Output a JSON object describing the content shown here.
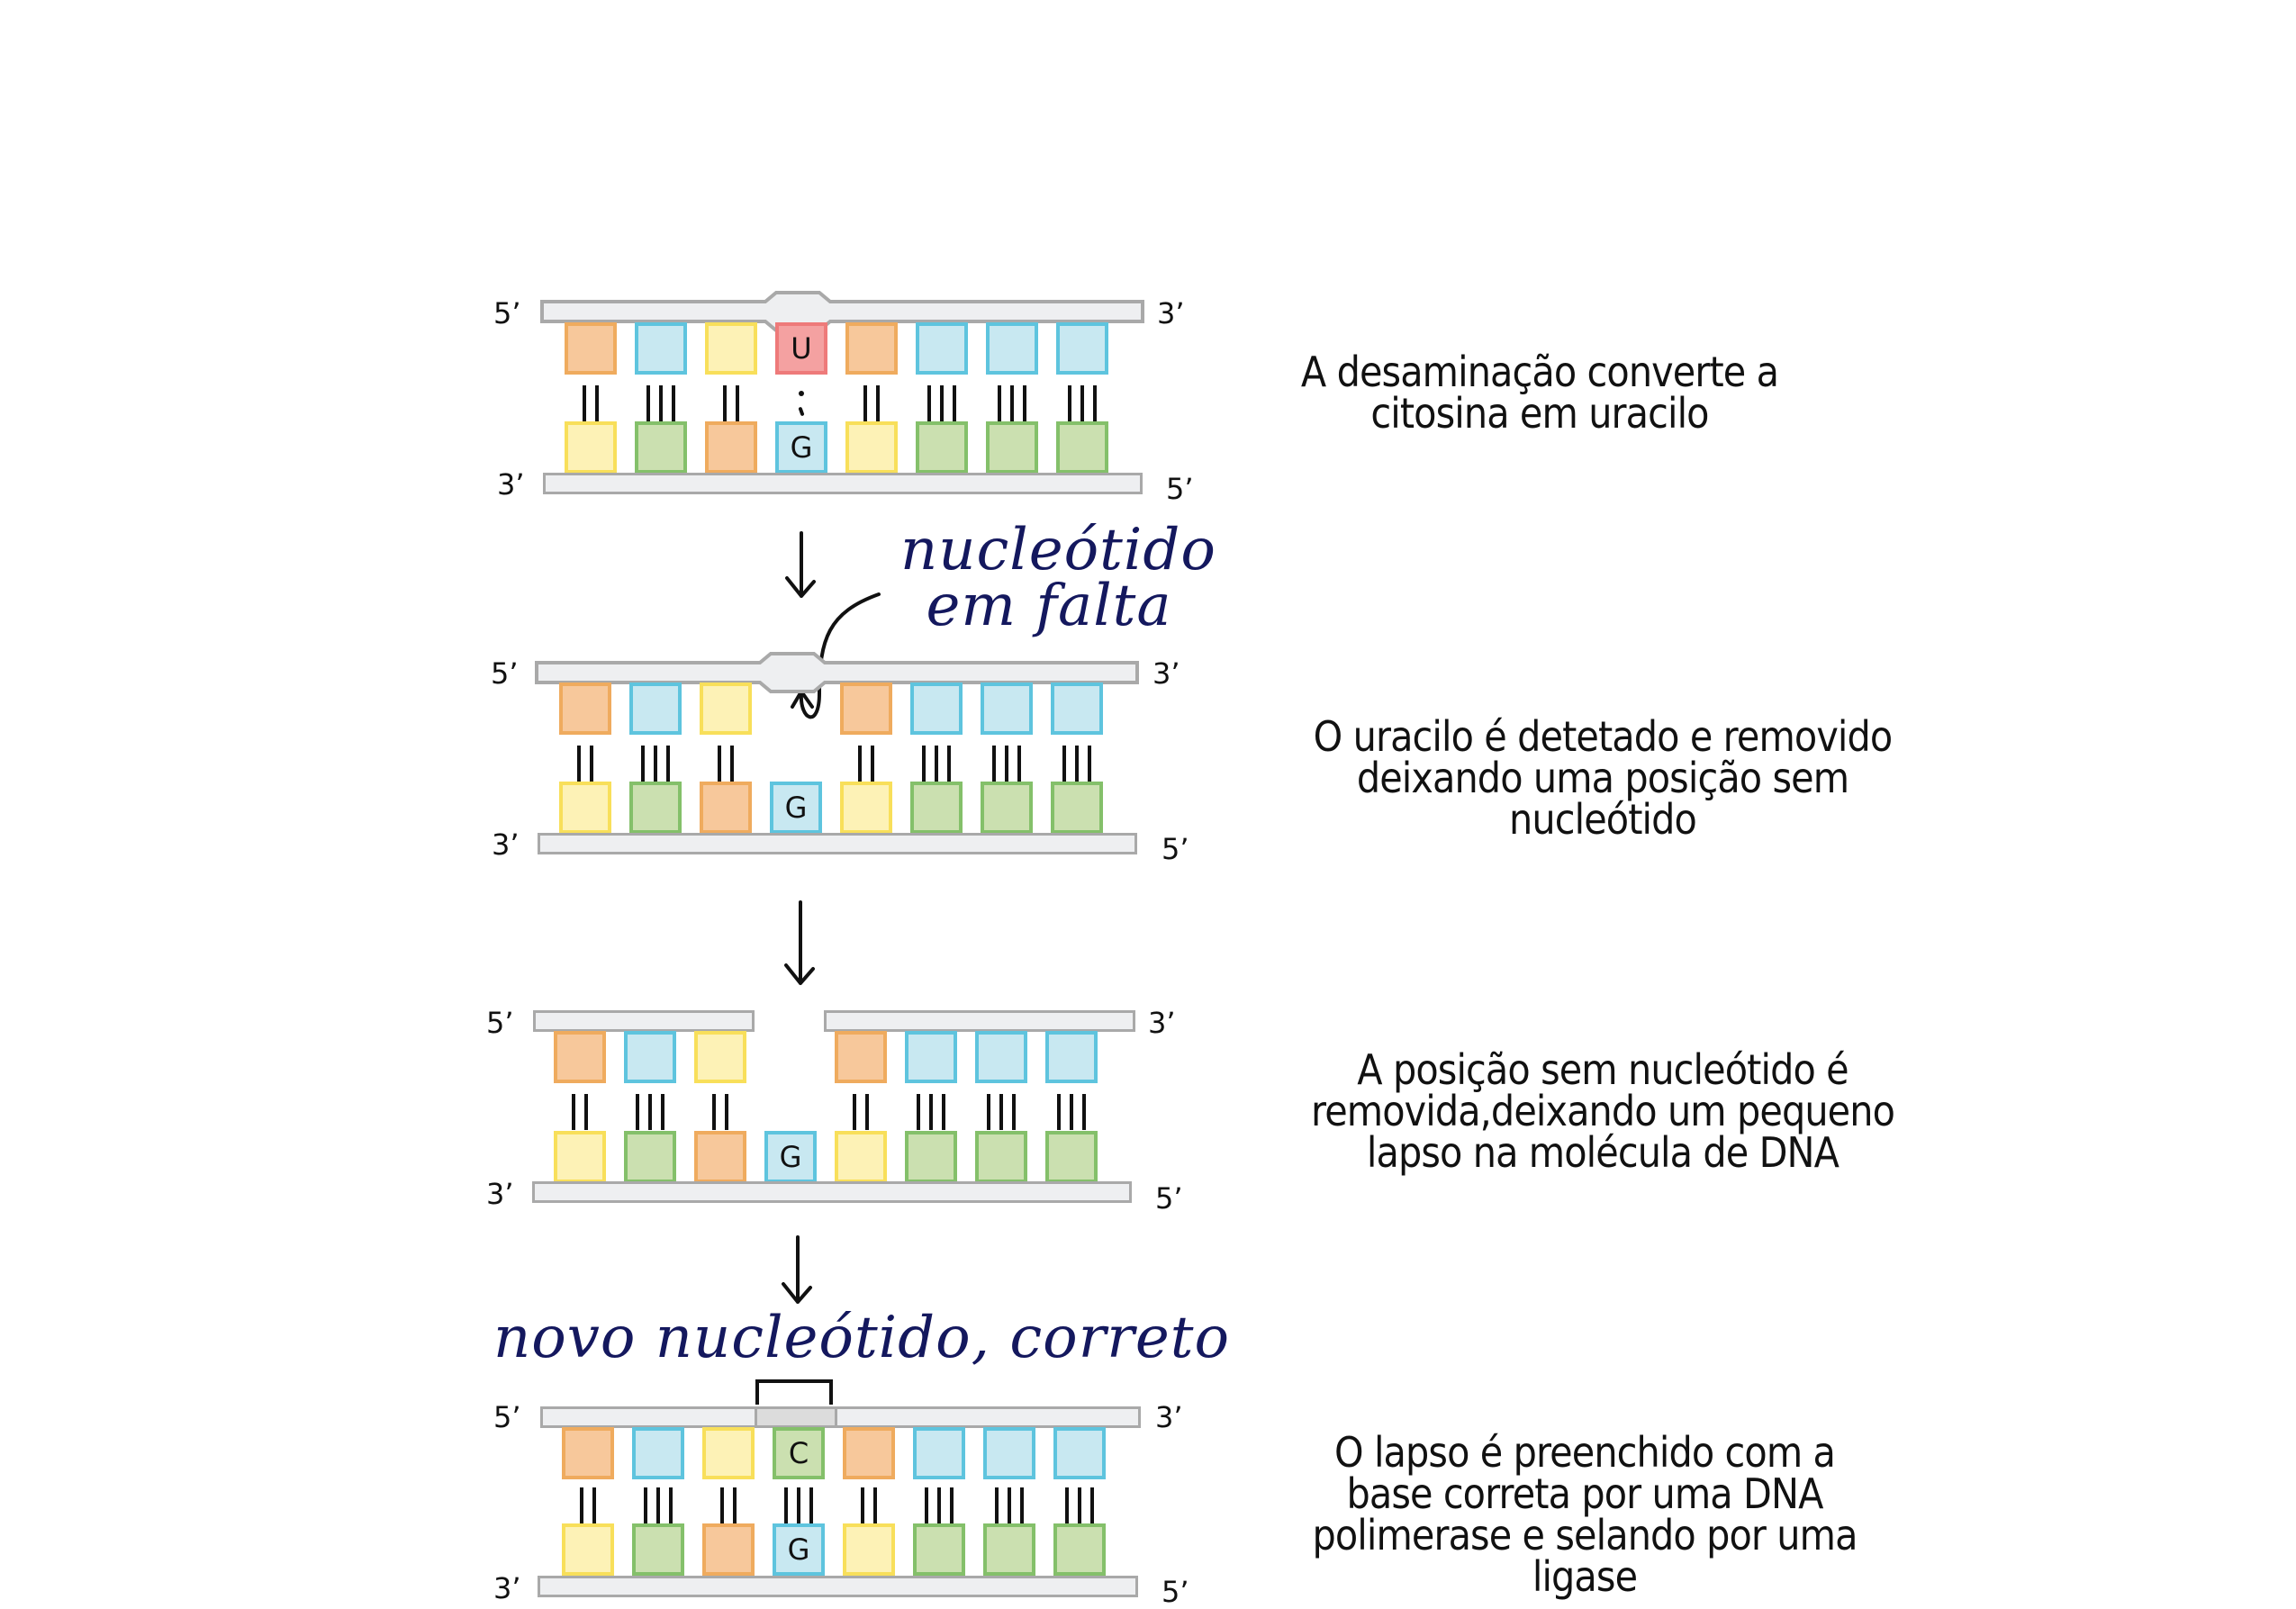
{
  "ends": {
    "five": "5’",
    "three": "3’"
  },
  "panels": [
    {
      "id": "deamination",
      "top_bases": [
        {
          "color": "orange",
          "label": ""
        },
        {
          "color": "blue",
          "label": ""
        },
        {
          "color": "yellow",
          "label": ""
        },
        {
          "color": "red",
          "label": "U"
        },
        {
          "color": "orange",
          "label": ""
        },
        {
          "color": "blue",
          "label": ""
        },
        {
          "color": "blue",
          "label": ""
        },
        {
          "color": "blue",
          "label": ""
        }
      ],
      "bonds": [
        "II",
        "III",
        "II",
        "mismatch",
        "II",
        "III",
        "III",
        "III"
      ],
      "bottom_bases": [
        {
          "color": "yellow",
          "label": ""
        },
        {
          "color": "green",
          "label": ""
        },
        {
          "color": "orange",
          "label": ""
        },
        {
          "color": "blue",
          "label": "G"
        },
        {
          "color": "yellow",
          "label": ""
        },
        {
          "color": "green",
          "label": ""
        },
        {
          "color": "green",
          "label": ""
        },
        {
          "color": "green",
          "label": ""
        }
      ],
      "caption": [
        "A desaminação converte a",
        "citosina em uracilo"
      ]
    },
    {
      "id": "uracil-removed",
      "annotation": [
        "nucleótido",
        "em falta"
      ],
      "top_bases": [
        {
          "color": "orange",
          "label": ""
        },
        {
          "color": "blue",
          "label": ""
        },
        {
          "color": "yellow",
          "label": ""
        },
        null,
        {
          "color": "orange",
          "label": ""
        },
        {
          "color": "blue",
          "label": ""
        },
        {
          "color": "blue",
          "label": ""
        },
        {
          "color": "blue",
          "label": ""
        }
      ],
      "bonds": [
        "II",
        "III",
        "II",
        "",
        "II",
        "III",
        "III",
        "III"
      ],
      "bottom_bases": [
        {
          "color": "yellow",
          "label": ""
        },
        {
          "color": "green",
          "label": ""
        },
        {
          "color": "orange",
          "label": ""
        },
        {
          "color": "blue",
          "label": "G"
        },
        {
          "color": "yellow",
          "label": ""
        },
        {
          "color": "green",
          "label": ""
        },
        {
          "color": "green",
          "label": ""
        },
        {
          "color": "green",
          "label": ""
        }
      ],
      "caption": [
        "O uracilo é detetado e removido",
        "deixando uma posição sem",
        "nucleótido"
      ]
    },
    {
      "id": "gap",
      "top_bases": [
        {
          "color": "orange",
          "label": ""
        },
        {
          "color": "blue",
          "label": ""
        },
        {
          "color": "yellow",
          "label": ""
        },
        null,
        {
          "color": "orange",
          "label": ""
        },
        {
          "color": "blue",
          "label": ""
        },
        {
          "color": "blue",
          "label": ""
        },
        {
          "color": "blue",
          "label": ""
        }
      ],
      "bonds": [
        "II",
        "III",
        "II",
        "",
        "II",
        "III",
        "III",
        "III"
      ],
      "bottom_bases": [
        {
          "color": "yellow",
          "label": ""
        },
        {
          "color": "green",
          "label": ""
        },
        {
          "color": "orange",
          "label": ""
        },
        {
          "color": "blue",
          "label": "G"
        },
        {
          "color": "yellow",
          "label": ""
        },
        {
          "color": "green",
          "label": ""
        },
        {
          "color": "green",
          "label": ""
        },
        {
          "color": "green",
          "label": ""
        }
      ],
      "caption": [
        "A posição sem nucleótido é",
        "removida,deixando um pequeno",
        "lapso na molécula de DNA"
      ]
    },
    {
      "id": "repaired",
      "annotation": [
        "novo nucleótido, correto"
      ],
      "top_bases": [
        {
          "color": "orange",
          "label": ""
        },
        {
          "color": "blue",
          "label": ""
        },
        {
          "color": "yellow",
          "label": ""
        },
        {
          "color": "green",
          "label": "C"
        },
        {
          "color": "orange",
          "label": ""
        },
        {
          "color": "blue",
          "label": ""
        },
        {
          "color": "blue",
          "label": ""
        },
        {
          "color": "blue",
          "label": ""
        }
      ],
      "bonds": [
        "II",
        "III",
        "II",
        "III",
        "II",
        "III",
        "III",
        "III"
      ],
      "bottom_bases": [
        {
          "color": "yellow",
          "label": ""
        },
        {
          "color": "green",
          "label": ""
        },
        {
          "color": "orange",
          "label": ""
        },
        {
          "color": "blue",
          "label": "G"
        },
        {
          "color": "yellow",
          "label": ""
        },
        {
          "color": "green",
          "label": ""
        },
        {
          "color": "green",
          "label": ""
        },
        {
          "color": "green",
          "label": ""
        }
      ],
      "caption": [
        "O lapso é preenchido com a",
        "base correta por uma DNA",
        "polimerase e selando por uma",
        "ligase"
      ]
    }
  ],
  "colors": {
    "orange_fill": "#f7c89b",
    "orange_border": "#efab5e",
    "blue_fill": "#c8e8f1",
    "blue_border": "#5ec4de",
    "yellow_fill": "#fdf2b6",
    "yellow_border": "#f8df5a",
    "green_fill": "#cbe0b0",
    "green_border": "#84c06a",
    "red_fill": "#f4a1a1",
    "red_border": "#ee7a7a",
    "strand_fill": "#eeeff1",
    "strand_border": "#a9a9a9",
    "handwriting": "#14185e"
  }
}
